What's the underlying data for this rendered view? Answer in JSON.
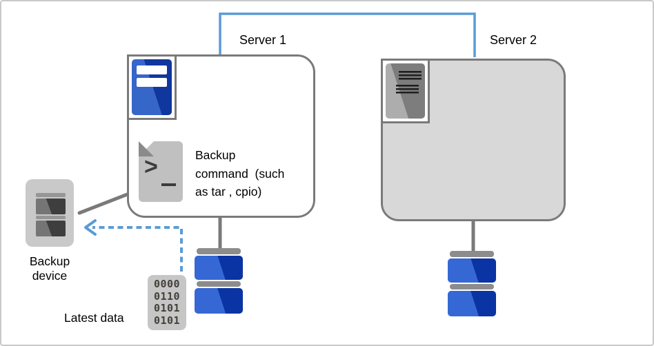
{
  "labels": {
    "server1": "Server 1",
    "server2": "Server 2",
    "backup_command": "Backup\ncommand  (such\nas tar , cpio)",
    "backup_device": "Backup\ndevice",
    "latest_data": "Latest data"
  },
  "backup_command_icon": {
    "glyph": ">"
  },
  "latest_data_icon": {
    "rows": [
      "0000",
      "0110",
      "0101",
      "0101"
    ]
  },
  "colors": {
    "network_link_blue": "#5b9bd5",
    "outline_gray": "#7a7a7a",
    "server2_fill": "#d8d8d8",
    "icon_blue_light": "#3766c9",
    "icon_blue_dark": "#10379e",
    "db_blue_light": "#3568d4",
    "db_blue_dark": "#0a34a4"
  }
}
